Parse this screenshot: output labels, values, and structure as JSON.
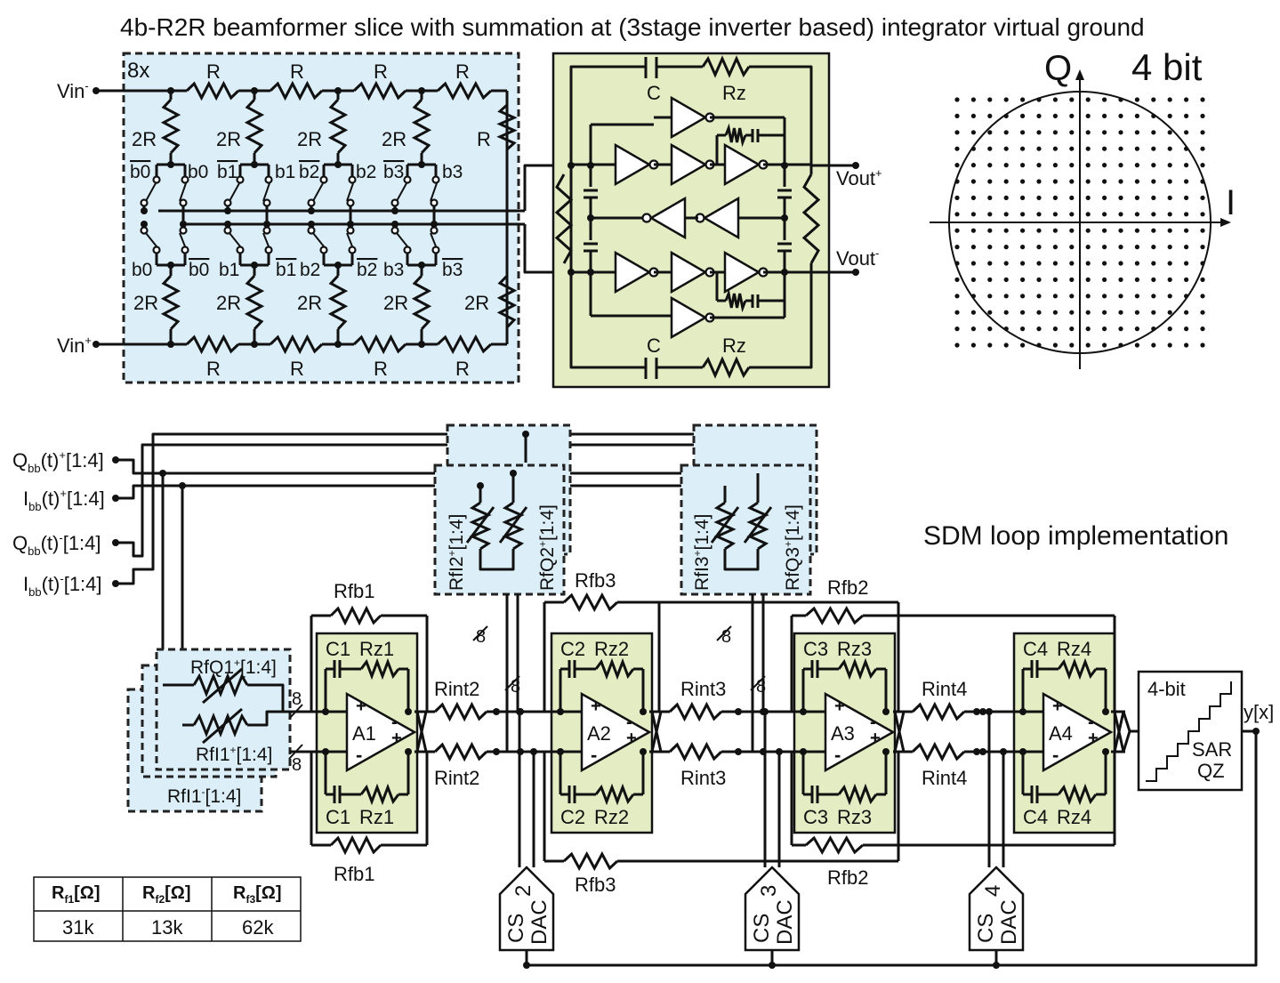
{
  "title": "4b-R2R beamformer slice with summation at (3stage inverter based) integrator virtual ground",
  "colors": {
    "blue_fill": "#dcefF8",
    "green_fill": "#e4ecc4",
    "wire": "#111111"
  },
  "r2r": {
    "multiplier": "8x",
    "R": "R",
    "R2": "2R",
    "vin_minus": "Vin",
    "vin_minus_sup": "-",
    "vin_plus": "Vin",
    "vin_plus_sup": "+",
    "switch_labels_top": [
      "b0",
      "b0",
      "b1",
      "b1",
      "b2",
      "b2",
      "b3",
      "b3"
    ],
    "switch_labels_bot": [
      "b0",
      "b0",
      "b1",
      "b1",
      "b2",
      "b2",
      "b3",
      "b3"
    ]
  },
  "integrator": {
    "C": "C",
    "Rz": "Rz",
    "vout_plus": "Vout",
    "vout_plus_sup": "+",
    "vout_minus": "Vout",
    "vout_minus_sup": "-"
  },
  "constellation": {
    "q_label": "Q",
    "i_label": "I",
    "bits_label": "4 bit"
  },
  "sdm": {
    "title": "SDM loop implementation",
    "inputs": [
      {
        "main": "Q",
        "sub": "bb",
        "tail": "(t)",
        "sup": "+",
        "range": "[1:4]"
      },
      {
        "main": "I",
        "sub": "bb",
        "tail": "(t)",
        "sup": "+",
        "range": "[1:4]"
      },
      {
        "main": "Q",
        "sub": "bb",
        "tail": "(t)",
        "sup": "-",
        "range": "[1:4]"
      },
      {
        "main": "I",
        "sub": "bb",
        "tail": "(t)",
        "sup": "-",
        "range": "[1:4]"
      }
    ],
    "rf_labels": {
      "rfq1": "RfQ1",
      "rfq1_sup": "+",
      "rfq1_range": "[1:4]",
      "rfi1": "RfI1",
      "rfi1_sup": "+",
      "rfi1_range": "[1:4]",
      "rfi1m": "RfI1",
      "rfi1m_sup": "-",
      "rfi1m_range": "[1:4]",
      "rfi2": "RfI2",
      "rfi2_sup": "+",
      "rfi2_range": "[1:4]",
      "rfq2": "RfQ2",
      "rfq2_sup": "+",
      "rfq2_range": "[1:4]",
      "rfi3": "RfI3",
      "rfi3_sup": "+",
      "rfi3_range": "[1:4]",
      "rfq3": "RfQ3",
      "rfq3_sup": "+",
      "rfq3_range": "[1:4]"
    },
    "bus_width": "8",
    "stages": [
      {
        "amp": "A1",
        "c": "C1",
        "rz": "Rz1"
      },
      {
        "amp": "A2",
        "c": "C2",
        "rz": "Rz2"
      },
      {
        "amp": "A3",
        "c": "C3",
        "rz": "Rz3"
      },
      {
        "amp": "A4",
        "c": "C4",
        "rz": "Rz4"
      }
    ],
    "rint": [
      "Rint2",
      "Rint3",
      "Rint4"
    ],
    "rfb": [
      "Rfb1",
      "Rfb3",
      "Rfb2"
    ],
    "dacs": [
      {
        "cs": "CS",
        "dac": "DAC",
        "n": "2"
      },
      {
        "cs": "CS",
        "dac": "DAC",
        "n": "3"
      },
      {
        "cs": "CS",
        "dac": "DAC",
        "n": "4"
      }
    ],
    "quantizer": {
      "bits": "4-bit",
      "type1": "SAR",
      "type2": "QZ"
    },
    "output": "y[x]",
    "plus": "+",
    "minus": "-"
  },
  "table": {
    "headers": [
      {
        "main": "R",
        "sub": "f1",
        "unit": "[Ω]"
      },
      {
        "main": "R",
        "sub": "f2",
        "unit": "[Ω]"
      },
      {
        "main": "R",
        "sub": "f3",
        "unit": "[Ω]"
      }
    ],
    "values": [
      "31k",
      "13k",
      "62k"
    ]
  }
}
